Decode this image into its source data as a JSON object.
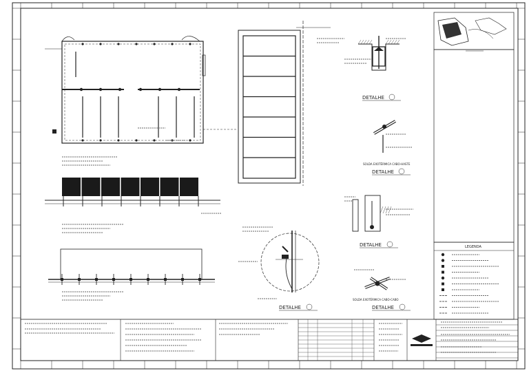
{
  "drawing": {
    "detail_label": "DETALHE",
    "legend_title": "LEGENDA",
    "connection_label_1": "SOLDA EXOTÉRMICA CABO-HASTE",
    "connection_label_2": "SOLDA EXOTÉRMICA CABO-CABO"
  },
  "colors": {
    "line": "#222222",
    "panel_fill": "#1a1a1a",
    "background": "#ffffff"
  }
}
